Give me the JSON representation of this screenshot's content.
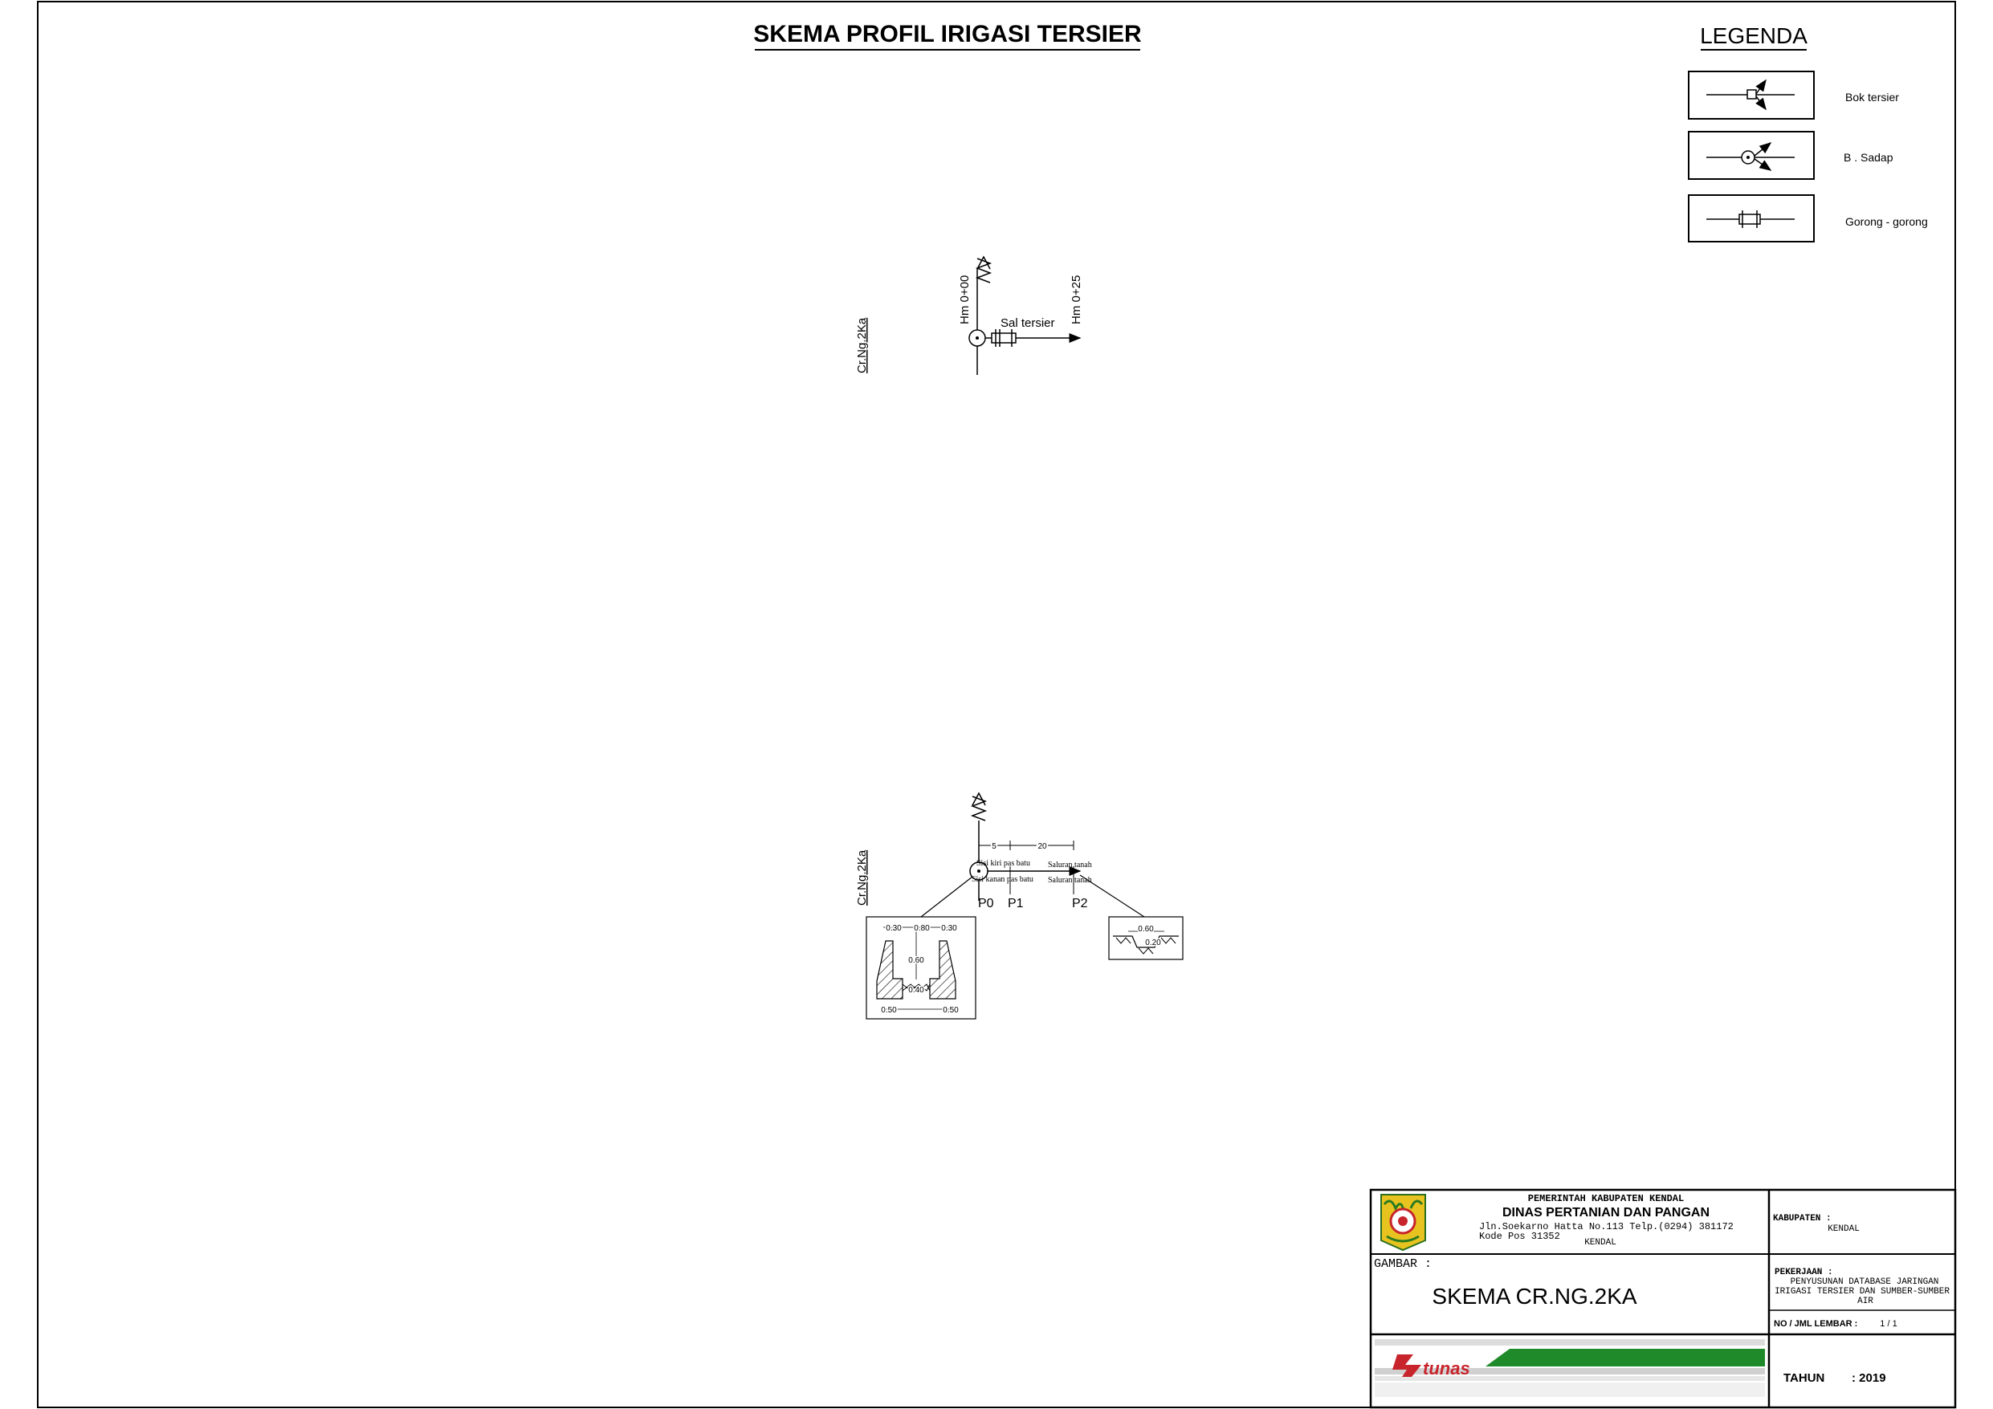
{
  "title": "SKEMA PROFIL IRIGASI TERSIER",
  "legend": {
    "heading": "LEGENDA",
    "items": [
      {
        "label": "Bok tersier",
        "icon": "bok-tersier-symbol"
      },
      {
        "label": "B . Sadap",
        "icon": "bangunan-sadap-symbol"
      },
      {
        "label": "Gorong - gorong",
        "icon": "gorong-gorong-symbol"
      }
    ]
  },
  "upper_schema": {
    "channel_name": "Cr.Ng.2Ka",
    "start_station": "Hm 0+00",
    "end_station": "Hm 0+25",
    "segment_label": "Sal tersier"
  },
  "lower_schema": {
    "channel_name": "Cr.Ng.2Ka",
    "dim_first": "5",
    "dim_second": "20",
    "label_left_top": "Sisi kiri pas batu",
    "label_left_bottom": "Sisi kanan pas batu",
    "label_right_top": "Saluran tanah",
    "label_right_bottom": "Saluran tanah",
    "points": [
      "P0",
      "P1",
      "P2"
    ],
    "section_left": {
      "top_left": "0.30",
      "top_mid": "0.80",
      "top_right": "0.30",
      "depth": "0.60",
      "bottom_width": "0.40",
      "base_left": "0.50",
      "base_right": "0.50"
    },
    "section_right": {
      "top_width": "0.60",
      "depth": "0.20"
    }
  },
  "title_block": {
    "gov": "PEMERINTAH KABUPATEN KENDAL",
    "dept": "DINAS PERTANIAN DAN PANGAN",
    "address": "Jln.Soekarno Hatta No.113 Telp.(0294) 381172",
    "postal": "Kode Pos 31352",
    "city": "KENDAL",
    "kabupaten_label": "KABUPATEN :",
    "kabupaten_value": "KENDAL",
    "gambar_label": "GAMBAR :",
    "drawing_title": "SKEMA CR.NG.2KA",
    "pekerjaan_label": "PEKERJAAN :",
    "pekerjaan_line1": "PENYUSUNAN DATABASE JARINGAN",
    "pekerjaan_line2": "IRIGASI TERSIER DAN SUMBER-SUMBER",
    "pekerjaan_line3": "AIR",
    "sheet_label": "NO / JML LEMBAR :",
    "sheet_value": "1 / 1",
    "tahun_label": "TAHUN",
    "tahun_value": ": 2019",
    "consultant": "tunas",
    "colors": {
      "green": "#1e8a2a",
      "red": "#c8242c",
      "seal_yellow": "#e8c320"
    }
  }
}
